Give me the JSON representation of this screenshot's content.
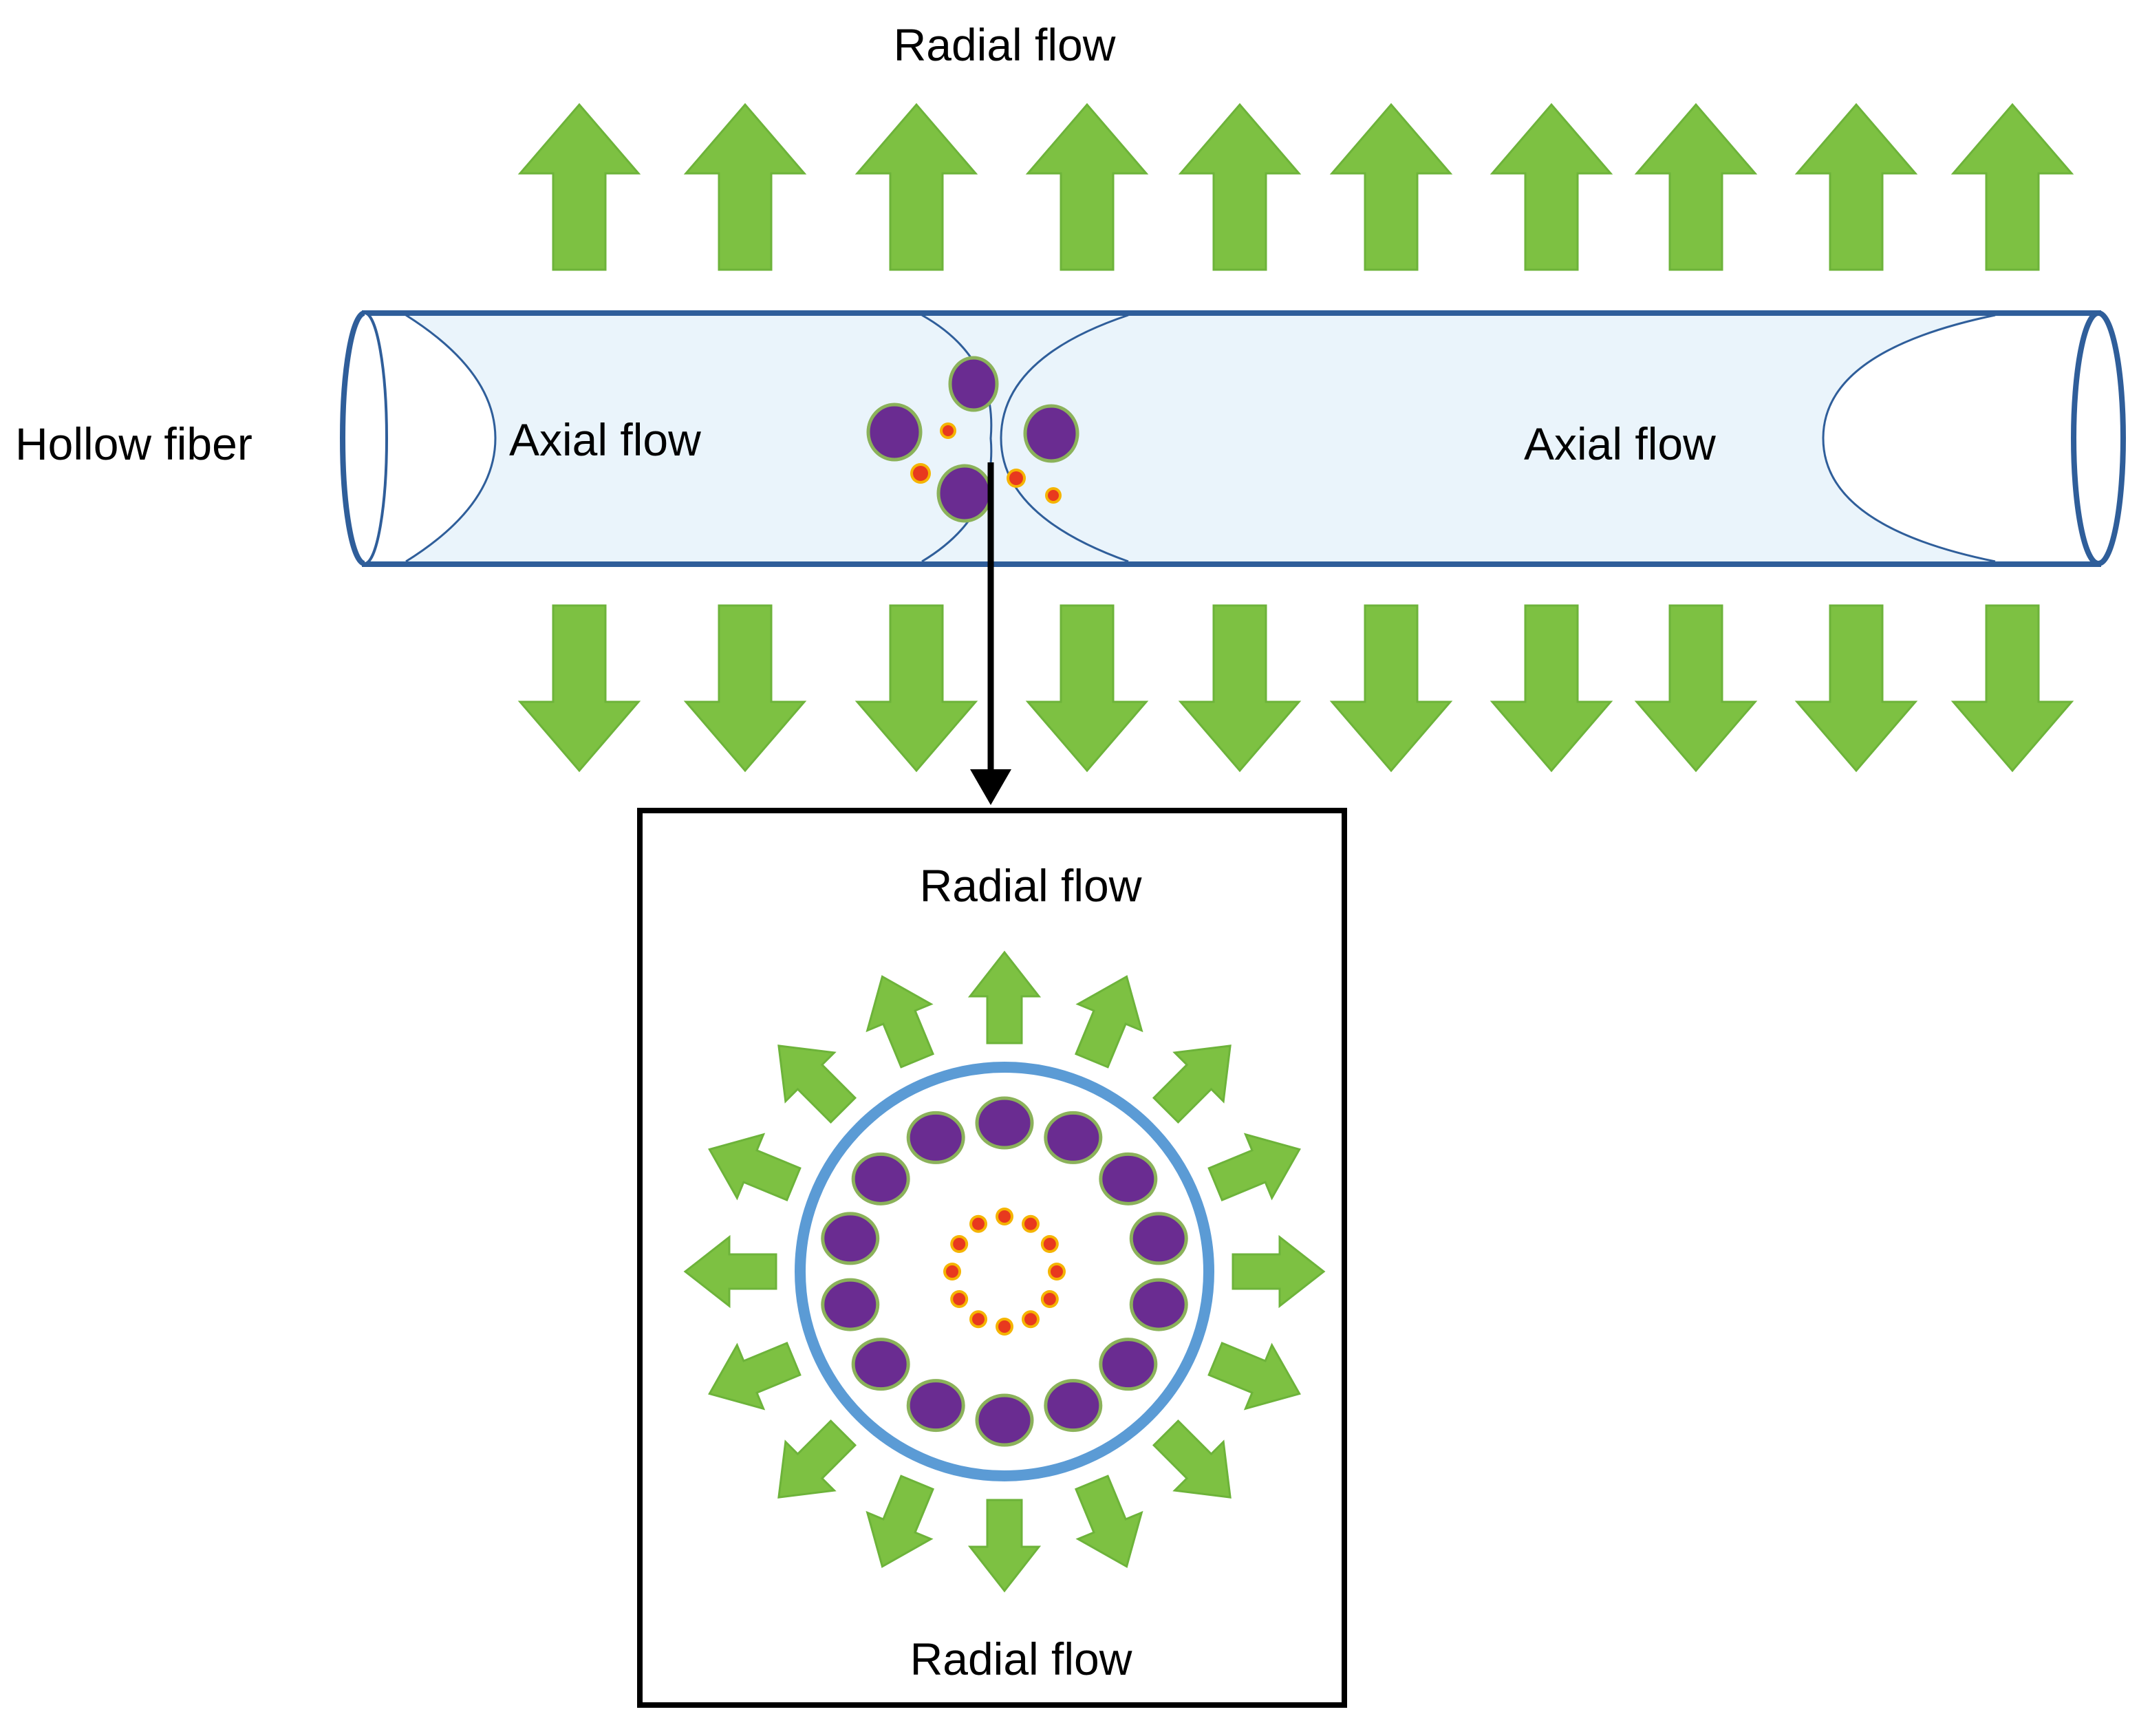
{
  "labels": {
    "top_radial": "Radial flow",
    "hollow_fiber": "Hollow fiber",
    "axial_left": "Axial flow",
    "axial_right": "Axial flow",
    "inset_top_radial": "Radial flow",
    "inset_bottom_radial": "Radial flow"
  },
  "colors": {
    "arrow": "#7DC142",
    "arrow_stroke": "#6DB33A",
    "fiber_fill": "#EAF4FB",
    "fiber_stroke": "#2F5E9A",
    "ring": "#5B9BD5",
    "cell": "#6A2C91",
    "cell_stroke": "#8BB25A",
    "particle": "#E8391E",
    "particle_glow": "#F5B400",
    "connector": "#000000",
    "inset_border": "#000000"
  },
  "icons": {
    "flow_arrow": "flow-arrow-icon",
    "cell": "cell-icon",
    "particle": "particle-icon"
  },
  "counts": {
    "top_arrows": 10,
    "bottom_arrows": 10,
    "inset_arrows": 16,
    "inset_cells": 14,
    "inset_particles": 12
  }
}
